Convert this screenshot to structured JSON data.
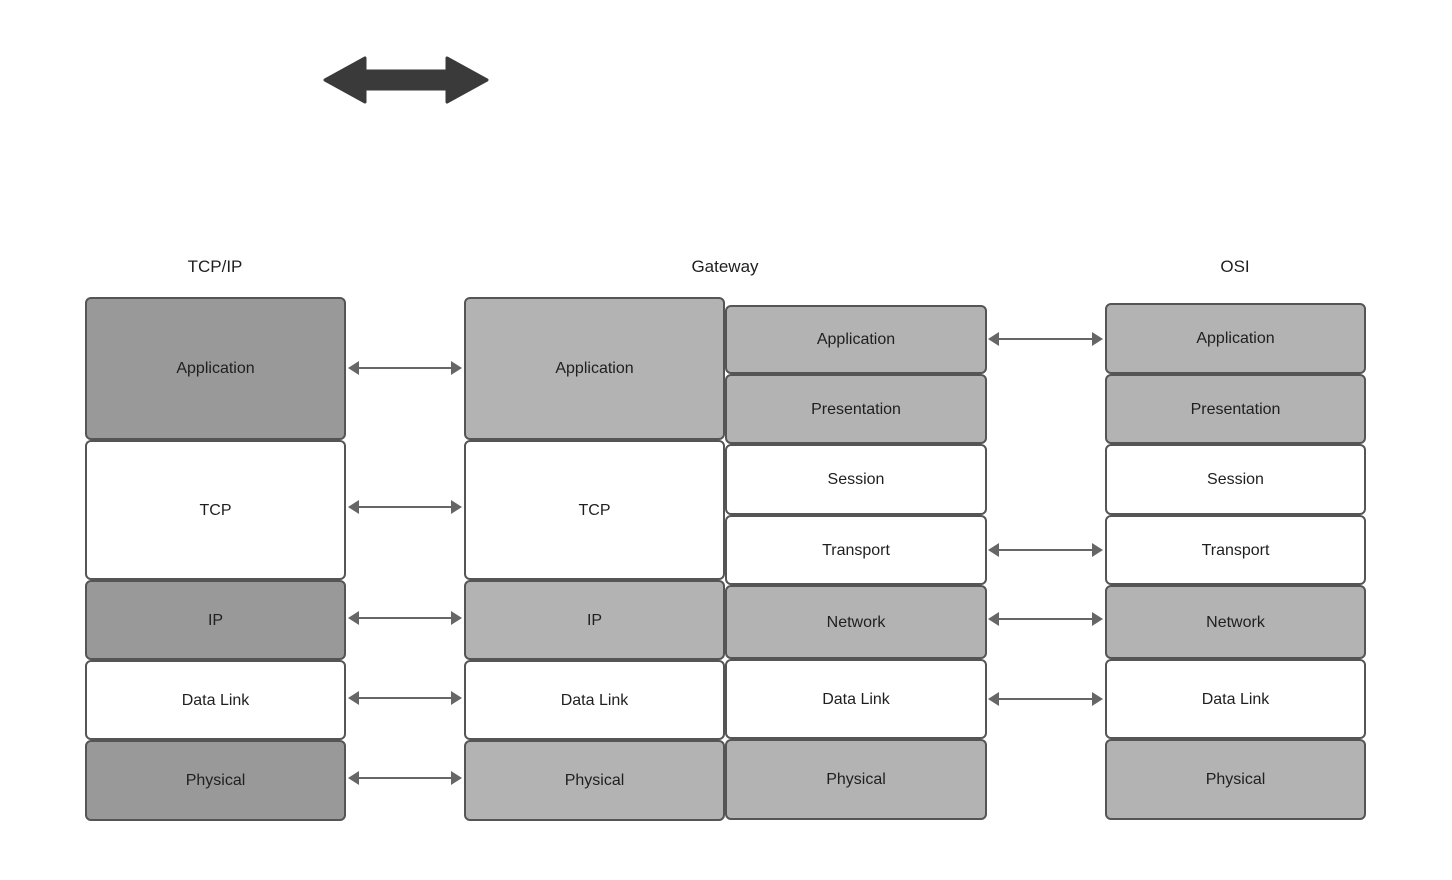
{
  "diagram": {
    "title_top_arrow": "bidirectional-communication-arrow",
    "columns": [
      {
        "id": "tcpip",
        "header": "TCP/IP",
        "layers": [
          {
            "label": "Application",
            "fill": "#999999"
          },
          {
            "label": "TCP",
            "fill": "#ffffff"
          },
          {
            "label": "IP",
            "fill": "#999999"
          },
          {
            "label": "Data Link",
            "fill": "#ffffff"
          },
          {
            "label": "Physical",
            "fill": "#999999"
          }
        ]
      },
      {
        "id": "gateway",
        "header": "Gateway",
        "left_layers": [
          {
            "label": "Application",
            "fill": "#b3b3b3"
          },
          {
            "label": "TCP",
            "fill": "#ffffff"
          },
          {
            "label": "IP",
            "fill": "#b3b3b3"
          },
          {
            "label": "Data Link",
            "fill": "#ffffff"
          },
          {
            "label": "Physical",
            "fill": "#b3b3b3"
          }
        ],
        "right_layers": [
          {
            "label": "Application",
            "fill": "#b3b3b3"
          },
          {
            "label": "Presentation",
            "fill": "#b3b3b3"
          },
          {
            "label": "Session",
            "fill": "#ffffff"
          },
          {
            "label": "Transport",
            "fill": "#ffffff"
          },
          {
            "label": "Network",
            "fill": "#b3b3b3"
          },
          {
            "label": "Data Link",
            "fill": "#ffffff"
          },
          {
            "label": "Physical",
            "fill": "#b3b3b3"
          }
        ]
      },
      {
        "id": "osi",
        "header": "OSI",
        "layers": [
          {
            "label": "Application",
            "fill": "#b3b3b3"
          },
          {
            "label": "Presentation",
            "fill": "#b3b3b3"
          },
          {
            "label": "Session",
            "fill": "#ffffff"
          },
          {
            "label": "Transport",
            "fill": "#ffffff"
          },
          {
            "label": "Network",
            "fill": "#b3b3b3"
          },
          {
            "label": "Data Link",
            "fill": "#ffffff"
          },
          {
            "label": "Physical",
            "fill": "#b3b3b3"
          }
        ]
      }
    ],
    "connectors_left": [
      {
        "from": "TCP/IP Application",
        "to": "Gateway Application"
      },
      {
        "from": "TCP/IP TCP",
        "to": "Gateway TCP"
      },
      {
        "from": "TCP/IP IP",
        "to": "Gateway IP"
      },
      {
        "from": "TCP/IP Data Link",
        "to": "Gateway Data Link"
      },
      {
        "from": "TCP/IP Physical",
        "to": "Gateway Physical"
      }
    ],
    "connectors_right": [
      {
        "from": "Gateway Application",
        "to": "OSI Application"
      },
      {
        "from": "Gateway Transport",
        "to": "OSI Transport"
      },
      {
        "from": "Gateway Network",
        "to": "OSI Network"
      },
      {
        "from": "Gateway Data Link",
        "to": "OSI Data Link"
      }
    ],
    "colors": {
      "stroke": "#555555",
      "arrow_gray": "#666666",
      "block_arrow": "#3a3a3a",
      "fill_dark": "#999999",
      "fill_light": "#b3b3b3",
      "fill_white": "#ffffff",
      "text": "#1f1f1f"
    }
  }
}
